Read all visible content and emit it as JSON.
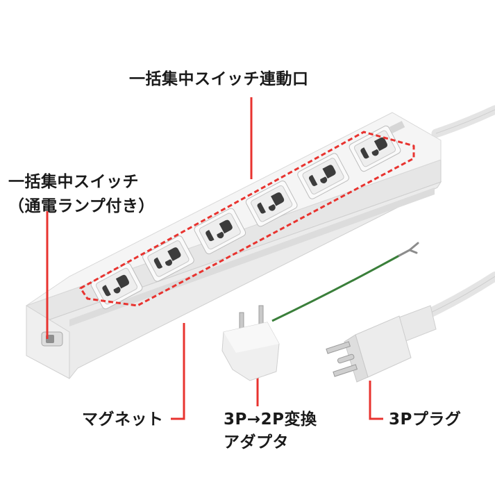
{
  "labels": {
    "switch_linked_outlets": "一括集中スイッチ連動口",
    "master_switch_line1": "一括集中スイッチ",
    "master_switch_line2": "（通電ランプ付き）",
    "magnet": "マグネット",
    "adapter_line1": "3P→2P変換",
    "adapter_line2": "アダプタ",
    "plug_3p": "3Pプラグ"
  },
  "colors": {
    "callout_red": "#e8332f",
    "body_white": "#f1f1f1",
    "ground_wire_green": "#3a7f3a"
  },
  "product": {
    "outlet_count": 6
  }
}
